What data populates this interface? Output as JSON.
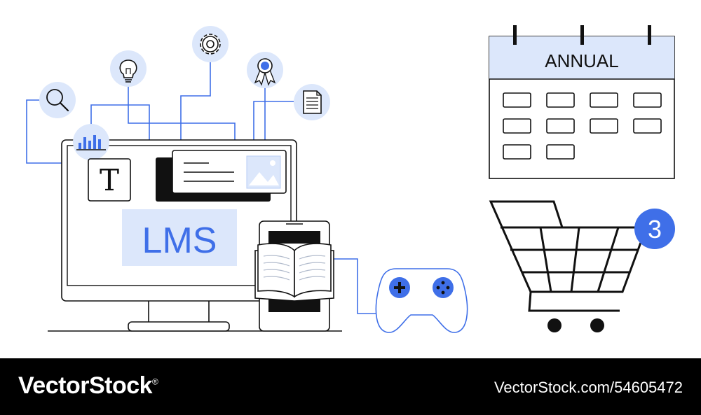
{
  "illustration": {
    "monitor_label": "LMS",
    "text_tile_glyph": "T",
    "calendar_title": "ANNUAL",
    "cart_badge_count": "3",
    "icons": [
      "search-icon",
      "lightbulb-icon",
      "gear-icon",
      "award-ribbon-icon",
      "document-icon",
      "bar-chart-icon",
      "image-icon",
      "open-book-icon",
      "gamepad-icon",
      "shopping-cart-icon",
      "calendar-icon"
    ]
  },
  "colors": {
    "accent": "#3f6fe8",
    "light_accent": "#dce7fb",
    "outline": "#111111"
  },
  "footer": {
    "brand": "VectorStock",
    "registered_mark": "®",
    "image_id": "VectorStock.com/54605472"
  }
}
